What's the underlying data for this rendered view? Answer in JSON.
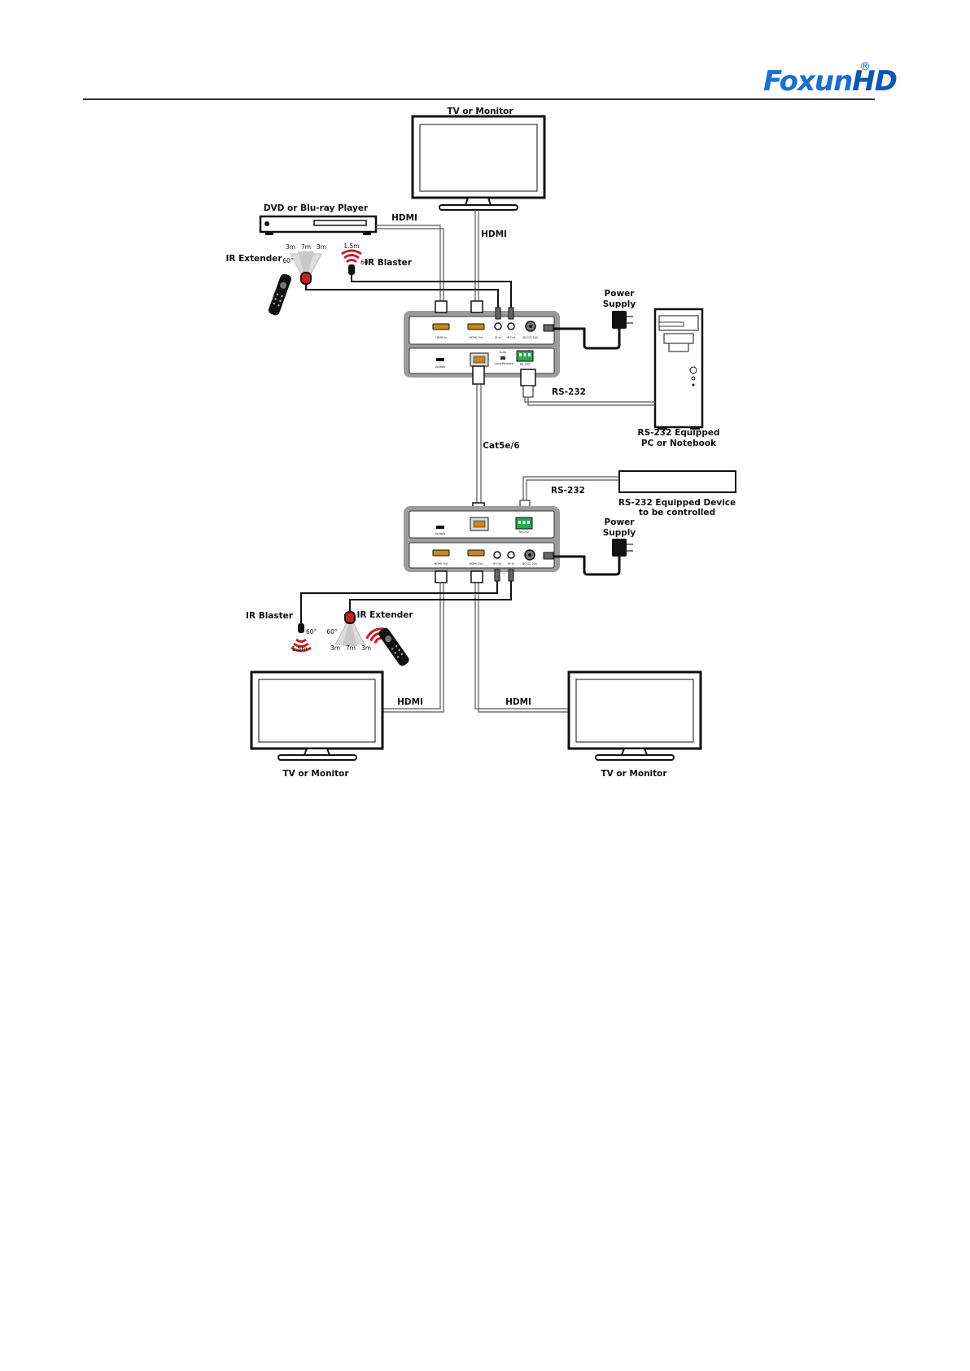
{
  "header": {
    "brand_main": "Foxun",
    "brand_suffix": "HD",
    "brand_reg": "®"
  },
  "diagram": {
    "tv_top": "TV or Monitor",
    "dvd_player": "DVD or Blu-ray Player",
    "hdmi_source": "HDMI",
    "hdmi_top_tv": "HDMI",
    "ir_extender_top": "IR Extender",
    "ir_blaster_top": "IR Blaster",
    "angle_60": "60°",
    "dist_3m": "3m",
    "dist_7m": "7m",
    "dist_1_5m": "1.5m",
    "power_supply_top": [
      "Power",
      "Supply"
    ],
    "rs232_top": "RS-232",
    "pc_label": [
      "RS-232 Equipped",
      "PC or Notebook"
    ],
    "cat_cable": "Cat5e/6",
    "rs232_bottom": "RS-232",
    "device_label": [
      "RS-232 Equipped Device",
      "to be controlled"
    ],
    "power_supply_bottom": [
      "Power",
      "Supply"
    ],
    "ir_blaster_bottom": "IR Blaster",
    "ir_extender_bottom": "IR Extender",
    "hdmi_left": "HDMI",
    "hdmi_right": "HDMI",
    "tv_bottom_left": "TV or Monitor",
    "tv_bottom_right": "TV or Monitor",
    "tx_ports": [
      "HDMI In",
      "HDMI Out",
      "IR In",
      "IR Out",
      "DC/12-24V"
    ],
    "tx_rear": [
      "Update",
      "Auto",
      "Local",
      "Remote",
      "RS-232"
    ],
    "rx_ports": [
      "HDMI Out",
      "HDMI Out",
      "IR Out",
      "IR In",
      "DC/12-24V"
    ],
    "rx_rear": [
      "Update",
      "RS-232"
    ]
  },
  "colors": {
    "brand": "#1a6fd0",
    "ir_red": "#c4202a",
    "port_green": "#2aa84a",
    "hdmi_gold": "#c9861e"
  }
}
